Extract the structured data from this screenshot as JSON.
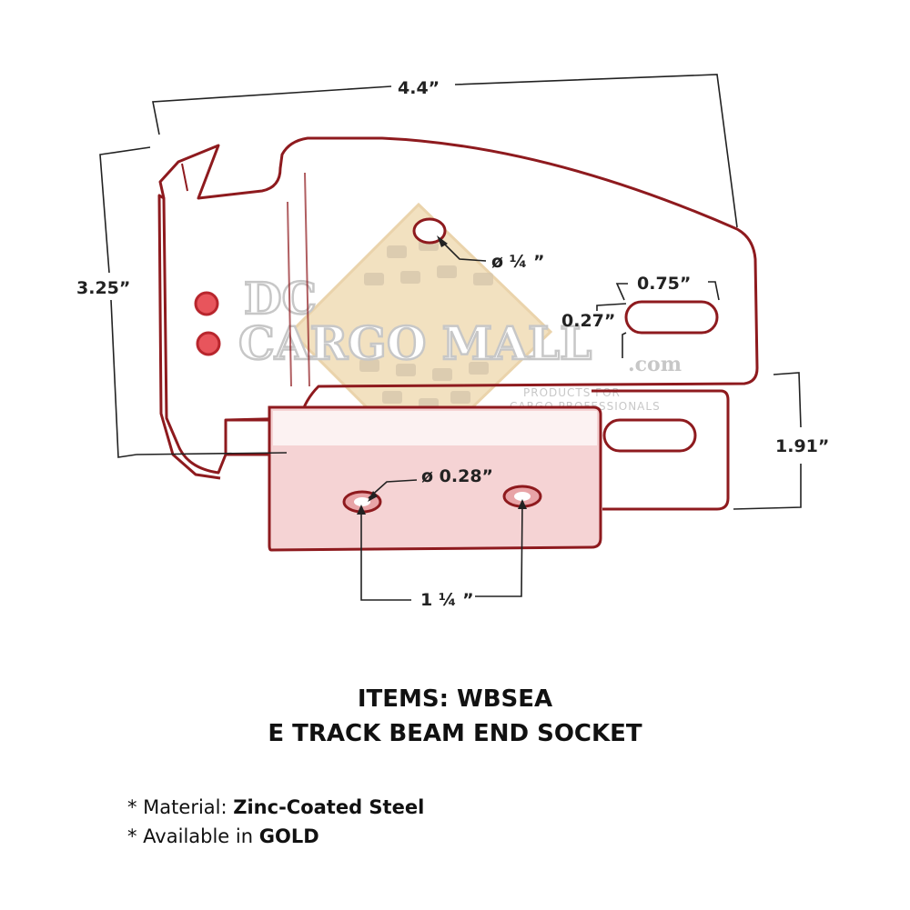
{
  "dimensions": {
    "width": "4.4”",
    "height": "3.25”",
    "hole_top": "ø ¼ ”",
    "slot_length": "0.75”",
    "slot_width": "0.27”",
    "hole_bottom": "ø 0.28”",
    "hole_spacing": "1 ¼ ”",
    "flange_height": "1.91”"
  },
  "watermark": {
    "line1": "DC",
    "line2": "CARGO MALL",
    "domain": ".com",
    "tagline1": "PRODUCTS FOR",
    "tagline2": "CARGO PROFESSIONALS"
  },
  "items": {
    "line1": "ITEMS: WBSEA",
    "line2": "E TRACK BEAM END SOCKET"
  },
  "specs": {
    "material_prefix": "* Material: ",
    "material_value": "Zinc-Coated Steel",
    "availability_prefix": "* Available in ",
    "availability_value": "GOLD"
  },
  "colors": {
    "outline": "#8e1a1e",
    "flange_fill": "#f5d3d4",
    "rivet": "#e8555c",
    "dimension_line": "#222222",
    "watermark_gold": "#e9c98e"
  }
}
